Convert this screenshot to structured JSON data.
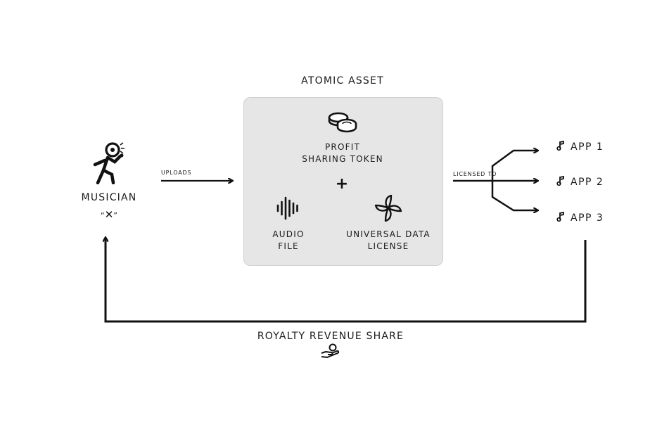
{
  "asset": {
    "title": "ATOMIC ASSET",
    "token_line1": "PROFIT",
    "token_line2": "SHARING TOKEN",
    "plus": "+",
    "audio_line1": "AUDIO",
    "audio_line2": "FILE",
    "license_line1": "UNIVERSAL DATA",
    "license_line2": "LICENSE",
    "box_color": "#e6e6e6"
  },
  "musician": {
    "label": "MUSICIAN",
    "quote_open": "“",
    "mark": "✕",
    "quote_close": "”"
  },
  "edges": {
    "uploads": "UPLOADS",
    "licensed_to": "LICENSED TO",
    "royalty": "ROYALTY REVENUE SHARE"
  },
  "apps": [
    "APP 1",
    "APP 2",
    "APP 3"
  ],
  "icons": {
    "musician": "singer-icon",
    "token": "coins-icon",
    "audio": "waveform-icon",
    "license": "pinwheel-icon",
    "app": "music-note-icon",
    "royalty": "hand-coin-icon"
  }
}
